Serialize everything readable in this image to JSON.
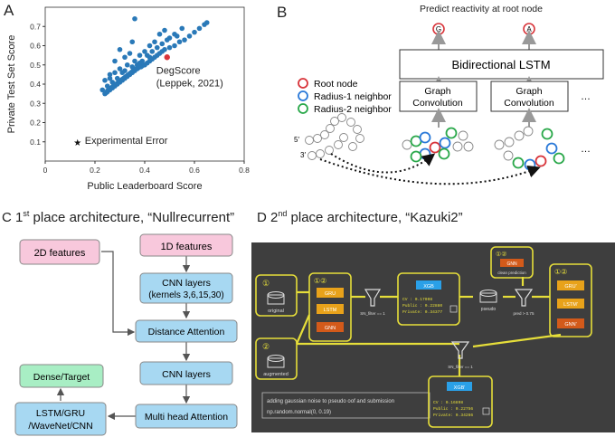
{
  "panels": {
    "a": {
      "letter": "A"
    },
    "b": {
      "letter": "B"
    },
    "c": {
      "letter": "C",
      "title_prefix": "1",
      "title_sup": "st",
      "title_rest": " place architecture, “Nullrecurrent”"
    },
    "d": {
      "letter": "D",
      "title_prefix": "2",
      "title_sup": "nd",
      "title_rest": " place architecture, “Kazuki2”"
    }
  },
  "chart_data": {
    "type": "scatter",
    "xlabel": "Public Leaderboard Score",
    "ylabel": "Private Test Set Score",
    "xlim": [
      0,
      0.8
    ],
    "ylim": [
      0,
      0.8
    ],
    "xticks": [
      "0",
      "0.2",
      "0.4",
      "0.6",
      "0.8"
    ],
    "yticks": [
      "0.1",
      "0.2",
      "0.3",
      "0.4",
      "0.5",
      "0.6",
      "0.7"
    ],
    "series_color": "#2a79b8",
    "highlight_color": "#d8343a",
    "highlight_point": {
      "x": 0.49,
      "y": 0.54
    },
    "highlight_label_line1": "DegScore",
    "highlight_label_line2": "(Leppek, 2021)",
    "reference_point": {
      "x": 0.13,
      "y": 0.1
    },
    "reference_label": "Experimental Error",
    "points": [
      [
        0.24,
        0.35
      ],
      [
        0.245,
        0.355
      ],
      [
        0.25,
        0.36
      ],
      [
        0.25,
        0.365
      ],
      [
        0.255,
        0.37
      ],
      [
        0.26,
        0.37
      ],
      [
        0.26,
        0.375
      ],
      [
        0.265,
        0.38
      ],
      [
        0.27,
        0.38
      ],
      [
        0.27,
        0.385
      ],
      [
        0.275,
        0.39
      ],
      [
        0.28,
        0.39
      ],
      [
        0.28,
        0.395
      ],
      [
        0.285,
        0.4
      ],
      [
        0.29,
        0.4
      ],
      [
        0.29,
        0.405
      ],
      [
        0.295,
        0.41
      ],
      [
        0.3,
        0.41
      ],
      [
        0.3,
        0.415
      ],
      [
        0.305,
        0.42
      ],
      [
        0.31,
        0.42
      ],
      [
        0.31,
        0.425
      ],
      [
        0.315,
        0.43
      ],
      [
        0.32,
        0.43
      ],
      [
        0.32,
        0.435
      ],
      [
        0.325,
        0.44
      ],
      [
        0.33,
        0.44
      ],
      [
        0.33,
        0.445
      ],
      [
        0.335,
        0.45
      ],
      [
        0.34,
        0.45
      ],
      [
        0.34,
        0.455
      ],
      [
        0.345,
        0.46
      ],
      [
        0.35,
        0.46
      ],
      [
        0.35,
        0.465
      ],
      [
        0.355,
        0.47
      ],
      [
        0.36,
        0.47
      ],
      [
        0.36,
        0.475
      ],
      [
        0.365,
        0.48
      ],
      [
        0.37,
        0.48
      ],
      [
        0.375,
        0.485
      ],
      [
        0.38,
        0.49
      ],
      [
        0.385,
        0.49
      ],
      [
        0.39,
        0.495
      ],
      [
        0.4,
        0.5
      ],
      [
        0.41,
        0.51
      ],
      [
        0.42,
        0.52
      ],
      [
        0.43,
        0.53
      ],
      [
        0.44,
        0.54
      ],
      [
        0.45,
        0.55
      ],
      [
        0.46,
        0.56
      ],
      [
        0.47,
        0.57
      ],
      [
        0.48,
        0.58
      ],
      [
        0.5,
        0.59
      ],
      [
        0.52,
        0.6
      ],
      [
        0.54,
        0.62
      ],
      [
        0.56,
        0.63
      ],
      [
        0.58,
        0.65
      ],
      [
        0.6,
        0.67
      ],
      [
        0.62,
        0.69
      ],
      [
        0.64,
        0.71
      ],
      [
        0.65,
        0.72
      ],
      [
        0.36,
        0.74
      ],
      [
        0.32,
        0.54
      ],
      [
        0.28,
        0.52
      ],
      [
        0.3,
        0.58
      ],
      [
        0.34,
        0.56
      ],
      [
        0.26,
        0.45
      ],
      [
        0.24,
        0.42
      ],
      [
        0.36,
        0.52
      ],
      [
        0.38,
        0.55
      ],
      [
        0.4,
        0.57
      ],
      [
        0.42,
        0.6
      ],
      [
        0.44,
        0.62
      ],
      [
        0.46,
        0.66
      ],
      [
        0.48,
        0.68
      ],
      [
        0.5,
        0.64
      ],
      [
        0.52,
        0.66
      ],
      [
        0.55,
        0.69
      ],
      [
        0.35,
        0.62
      ],
      [
        0.33,
        0.5
      ],
      [
        0.27,
        0.41
      ],
      [
        0.29,
        0.43
      ],
      [
        0.31,
        0.46
      ],
      [
        0.23,
        0.37
      ],
      [
        0.25,
        0.39
      ],
      [
        0.37,
        0.5
      ],
      [
        0.39,
        0.52
      ],
      [
        0.41,
        0.55
      ],
      [
        0.43,
        0.57
      ],
      [
        0.45,
        0.59
      ],
      [
        0.3,
        0.48
      ],
      [
        0.28,
        0.46
      ],
      [
        0.26,
        0.43
      ],
      [
        0.32,
        0.47
      ],
      [
        0.35,
        0.49
      ],
      [
        0.38,
        0.51
      ],
      [
        0.42,
        0.54
      ],
      [
        0.47,
        0.61
      ],
      [
        0.49,
        0.63
      ],
      [
        0.53,
        0.65
      ]
    ]
  },
  "b": {
    "predict_label": "Predict reactivity at root node",
    "output_nodes": [
      "G",
      "A"
    ],
    "lstm_label": "Bidirectional LSTM",
    "gc_label_line1": "Graph",
    "gc_label_line2": "Convolution",
    "ellipsis": "…",
    "legend": [
      {
        "label": "Root node",
        "color": "#d8343a"
      },
      {
        "label": "Radius-1 neighbor",
        "color": "#2a79d8"
      },
      {
        "label": "Radius-2 neighbor",
        "color": "#2aa84a"
      }
    ],
    "strand_5": "5′",
    "strand_3": "3′"
  },
  "c": {
    "box_2d": "2D features",
    "box_1d": "1D features",
    "box_cnn1": "CNN layers",
    "box_cnn1_sub": "(kernels 3,6,15,30)",
    "box_dist": "Distance Attention",
    "box_cnn2": "CNN layers",
    "box_mha": "Multi head Attention",
    "box_lstm_1": "LSTM/GRU",
    "box_lstm_2": "/WaveNet/CNN",
    "box_dense": "Dense/Target"
  },
  "d": {
    "label_original": "original",
    "label_augmented": "augmented",
    "group1_num": "①②",
    "node_1": "①",
    "node_2": "②",
    "gru": "GRU",
    "lstm": "LSTM",
    "gnn": "GNN",
    "sn_filter_1": "SN_filter == 1",
    "xgb": "XGB",
    "xgb_cv": "CV      :  0.17008",
    "xgb_public": "Public  :  0.22880",
    "xgb_private": "Private:  0.34377",
    "pseudo": "pseudo",
    "pred_thr": "pred > 0.75",
    "clean_group": "①②",
    "clean_gnn": "GNN",
    "clean_label": "clean prediction",
    "group2_num": "①②",
    "gru2": "GRU'",
    "lstm2": "LSTM'",
    "gnn2": "GNN'",
    "sn_filter_2": "SN_filter == 1",
    "xgb2": "XGB'",
    "xgb2_cv": "CV      :  0.16898",
    "xgb2_public": "Public  :  0.22756",
    "xgb2_private": "Private:  0.34266",
    "note_line1": "adding gaussian noise to pseudo oof and submission",
    "note_line2": "np.random.normal(0, 0.19)"
  }
}
